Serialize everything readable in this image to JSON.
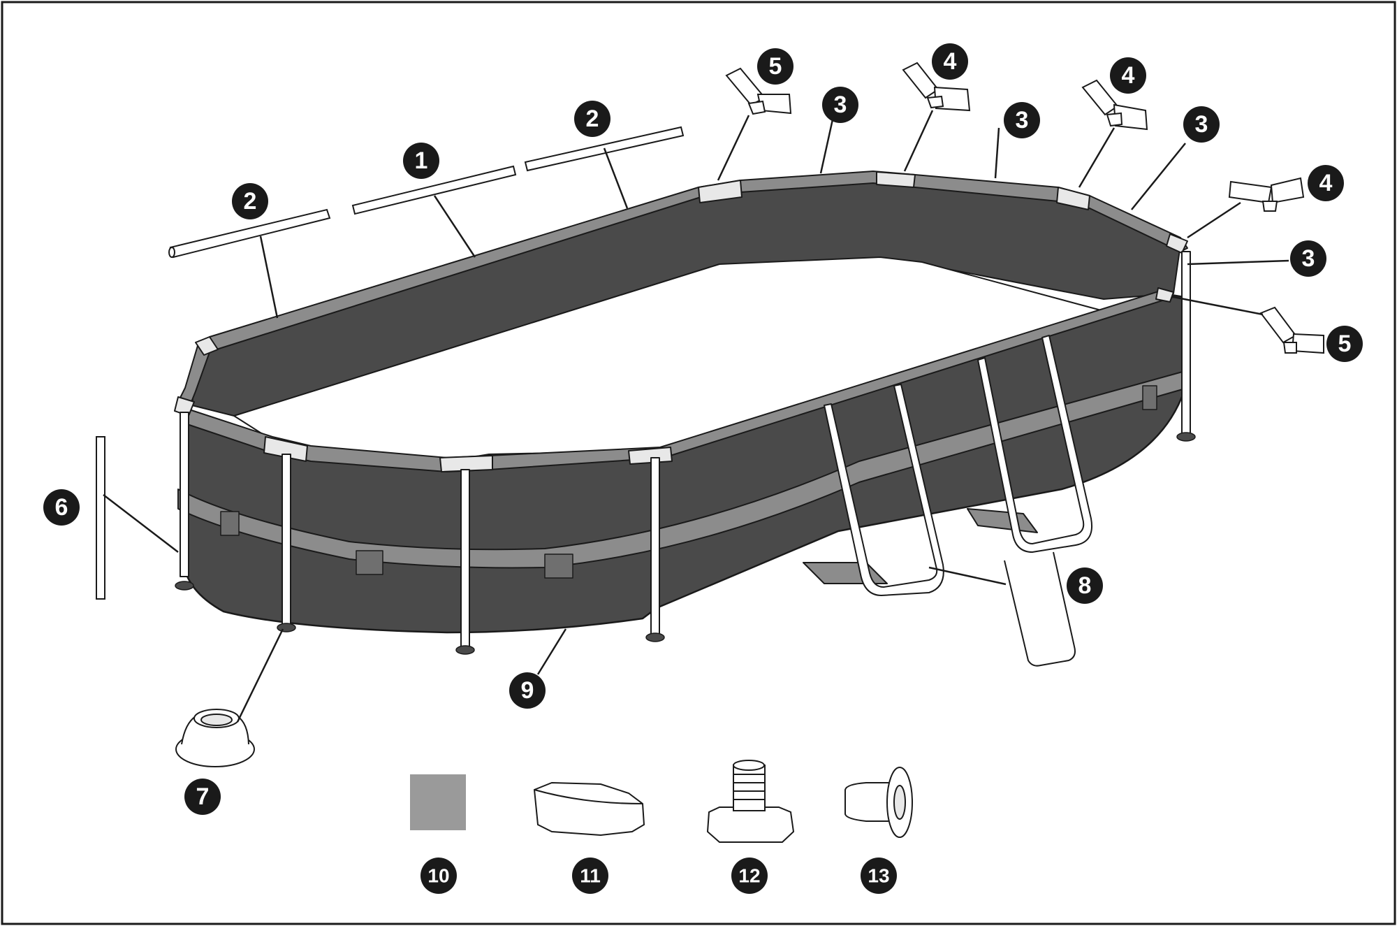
{
  "diagram": {
    "colors": {
      "wall_dark": "#4a4a4a",
      "rim_grey": "#8c8c8c",
      "joint_light": "#e8e8e8",
      "outline": "#1a1a1a",
      "badge": "#1a1a1a",
      "patch": "#9a9a9a"
    },
    "labels": {
      "c1": "1",
      "c2a": "2",
      "c2b": "2",
      "c3a": "3",
      "c3b": "3",
      "c3c": "3",
      "c3d": "3",
      "c4a": "4",
      "c4b": "4",
      "c4c": "4",
      "c5a": "5",
      "c5b": "5",
      "c6": "6",
      "c7": "7",
      "c8": "8",
      "c9": "9",
      "c10": "10",
      "c11": "11",
      "c12": "12",
      "c13": "13"
    }
  }
}
